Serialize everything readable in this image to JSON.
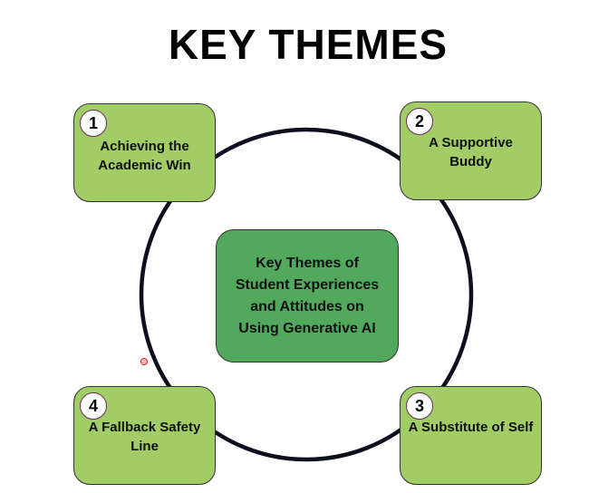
{
  "title": "KEY THEMES",
  "center": {
    "label": "Key Themes of Student Experiences and Attitudes on Using Generative AI"
  },
  "themes": [
    {
      "number": "1",
      "label": "Achieving the Academic Win"
    },
    {
      "number": "2",
      "label": "A Supportive Buddy"
    },
    {
      "number": "3",
      "label": "A Substitute of Self"
    },
    {
      "number": "4",
      "label": "A Fallback Safety Line"
    }
  ],
  "colors": {
    "theme_box": "#a1cc66",
    "center_box": "#52a95e",
    "ring": "#0d0f1e"
  }
}
